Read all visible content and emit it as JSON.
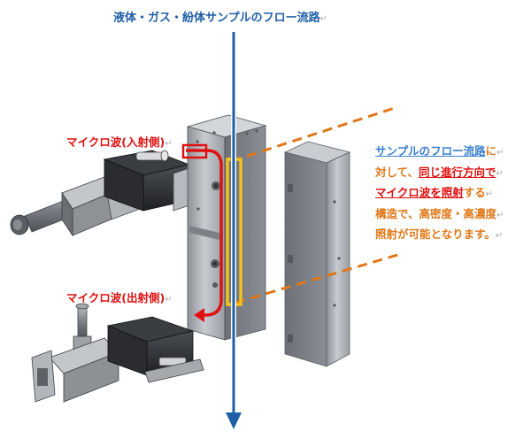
{
  "title": "液体・ガス・紛体サンプルのフロー流路",
  "labels": {
    "microwave_in": "マイクロ波(入射側)",
    "microwave_out": "マイクロ波(出射側)"
  },
  "description": {
    "line1_a": "サンプルのフロー流路",
    "line1_b": "に",
    "line2_a": "対して、",
    "line2_b": "同じ進行方向で",
    "line3_a": "マイクロ波を照射",
    "line3_b": "する",
    "line4": "構造で、高密度・高濃度",
    "line5": "照射が可能となります。"
  },
  "return_mark": "↵",
  "colors": {
    "flow_arrow": "#1f5fa6",
    "microwave": "#e01010",
    "chamber": "#f2c21b",
    "dashed_lines": "#e07818",
    "metal": "#a9adb3",
    "dark_part": "#2b2d30"
  }
}
